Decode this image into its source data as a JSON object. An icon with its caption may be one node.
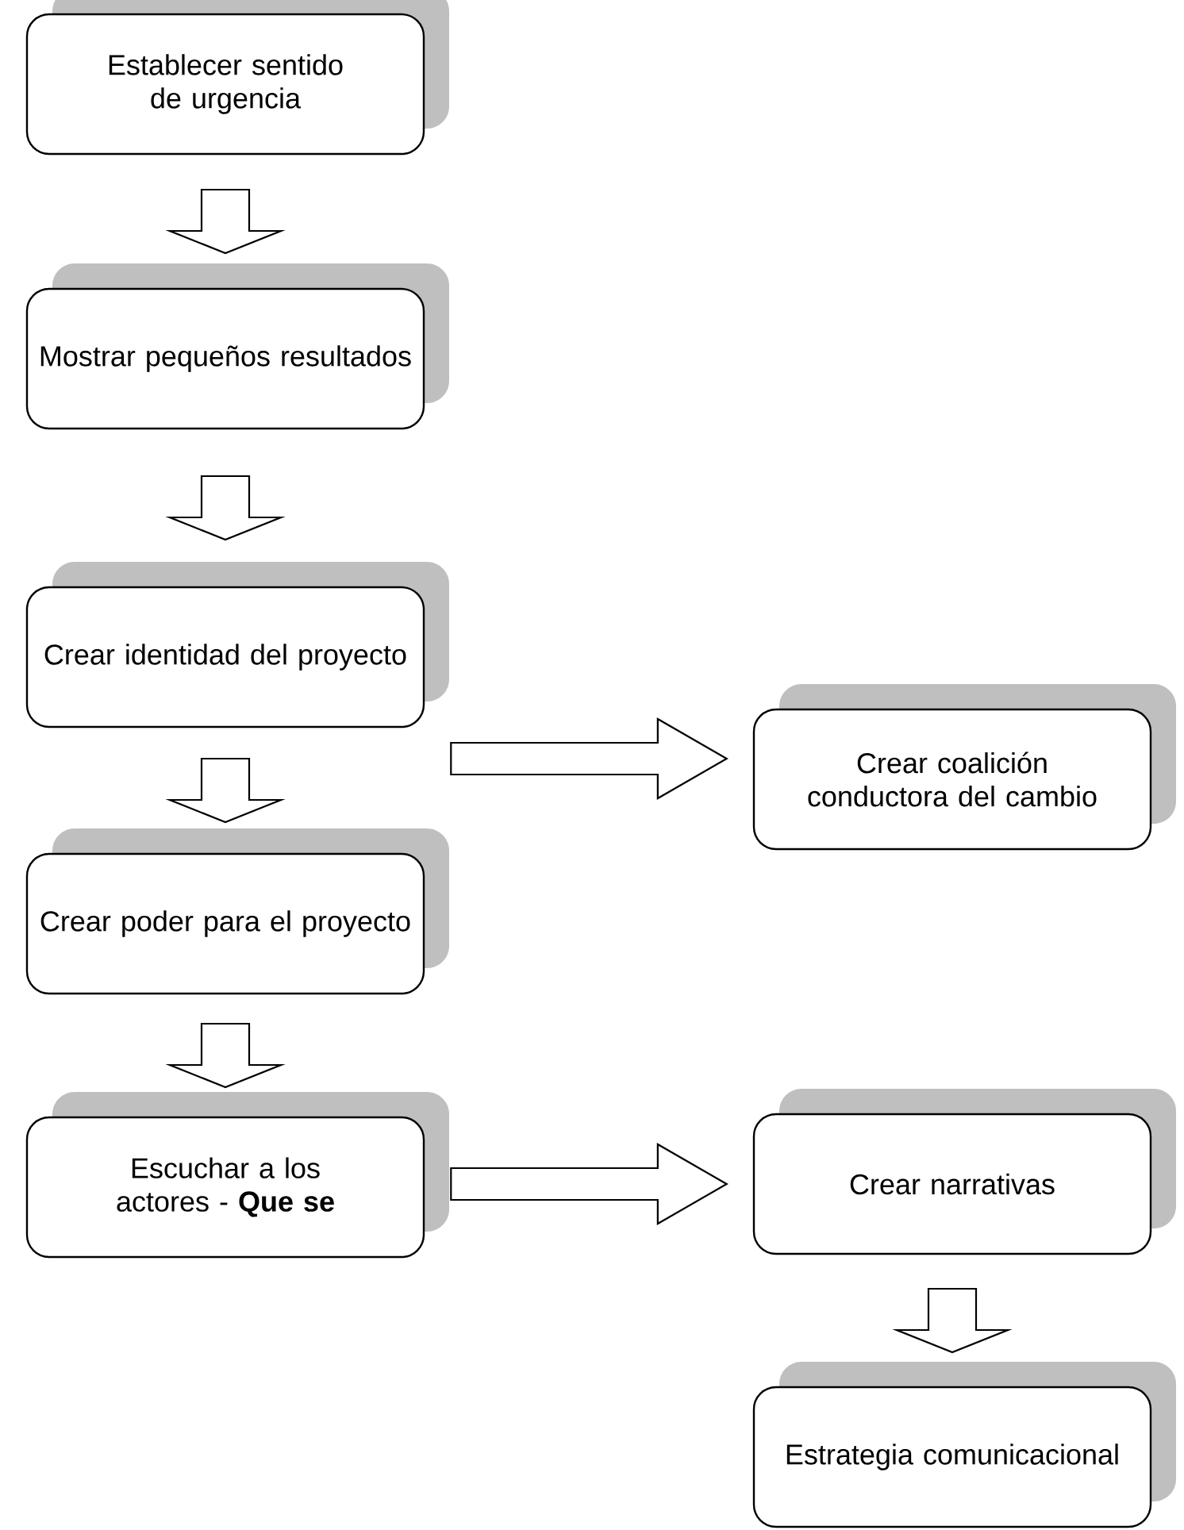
{
  "diagram": {
    "nodes": [
      {
        "text": [
          "Establecer sentido de urgencia"
        ]
      },
      {
        "text": [
          "Mostrar pequeños resultados"
        ]
      },
      {
        "text": [
          "Crear identidad del proyecto"
        ]
      },
      {
        "text": [
          "Crear poder para el proyecto"
        ]
      },
      {
        "text": [
          "Escuchar a los actores - **Que se**"
        ]
      },
      {
        "text": [
          "Crear coalición conductora del cambio"
        ]
      },
      {
        "text": [
          "Crear narrativas"
        ]
      },
      {
        "text": [
          "Estrategia comunicacional"
        ]
      }
    ],
    "edges": [
      {
        "from": 0,
        "to": 1,
        "arrow": "to"
      },
      {
        "from": 1,
        "to": 2,
        "arrow": "to"
      },
      {
        "from": 2,
        "to": 3,
        "arrow": "to"
      },
      {
        "from": 3,
        "to": 4,
        "arrow": "to"
      },
      {
        "from": 2,
        "to": 5,
        "arrow": "to"
      },
      {
        "from": 4,
        "to": 6,
        "arrow": "to"
      },
      {
        "from": 6,
        "to": 7,
        "arrow": "to"
      }
    ]
  }
}
